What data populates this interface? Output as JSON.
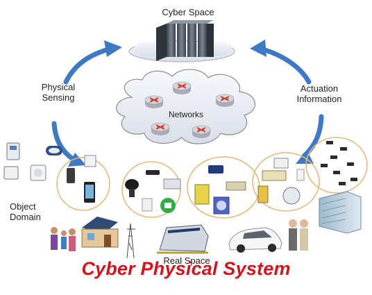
{
  "labels": {
    "cyber_space": "Cyber Space",
    "physical_sensing": "Physical\nSensing",
    "actuation_information": "Actuation\nInformation",
    "networks": "Networks",
    "object_domain": "Object\nDomain",
    "real_space": "Real Space"
  },
  "footer": {
    "title": "Cyber Physical System"
  },
  "colors": {
    "arrow": "#3f78c4",
    "cloud_fill": "#eef1f6",
    "cloud_stroke": "#8c8c8c",
    "router": "#c7c9d1",
    "router_mark": "#d3342c",
    "server": "#505866",
    "domain_ring": "#e3b97d",
    "title": "#d3121c"
  },
  "icons": [
    "server-rack-icon",
    "router-icon",
    "smartphone-icon",
    "scale-icon",
    "camera-icon",
    "appliance-icon",
    "washing-machine-icon",
    "sensor-icon",
    "house-icon",
    "power-tower-icon",
    "train-icon",
    "car-icon",
    "person-icon",
    "office-building-icon"
  ]
}
